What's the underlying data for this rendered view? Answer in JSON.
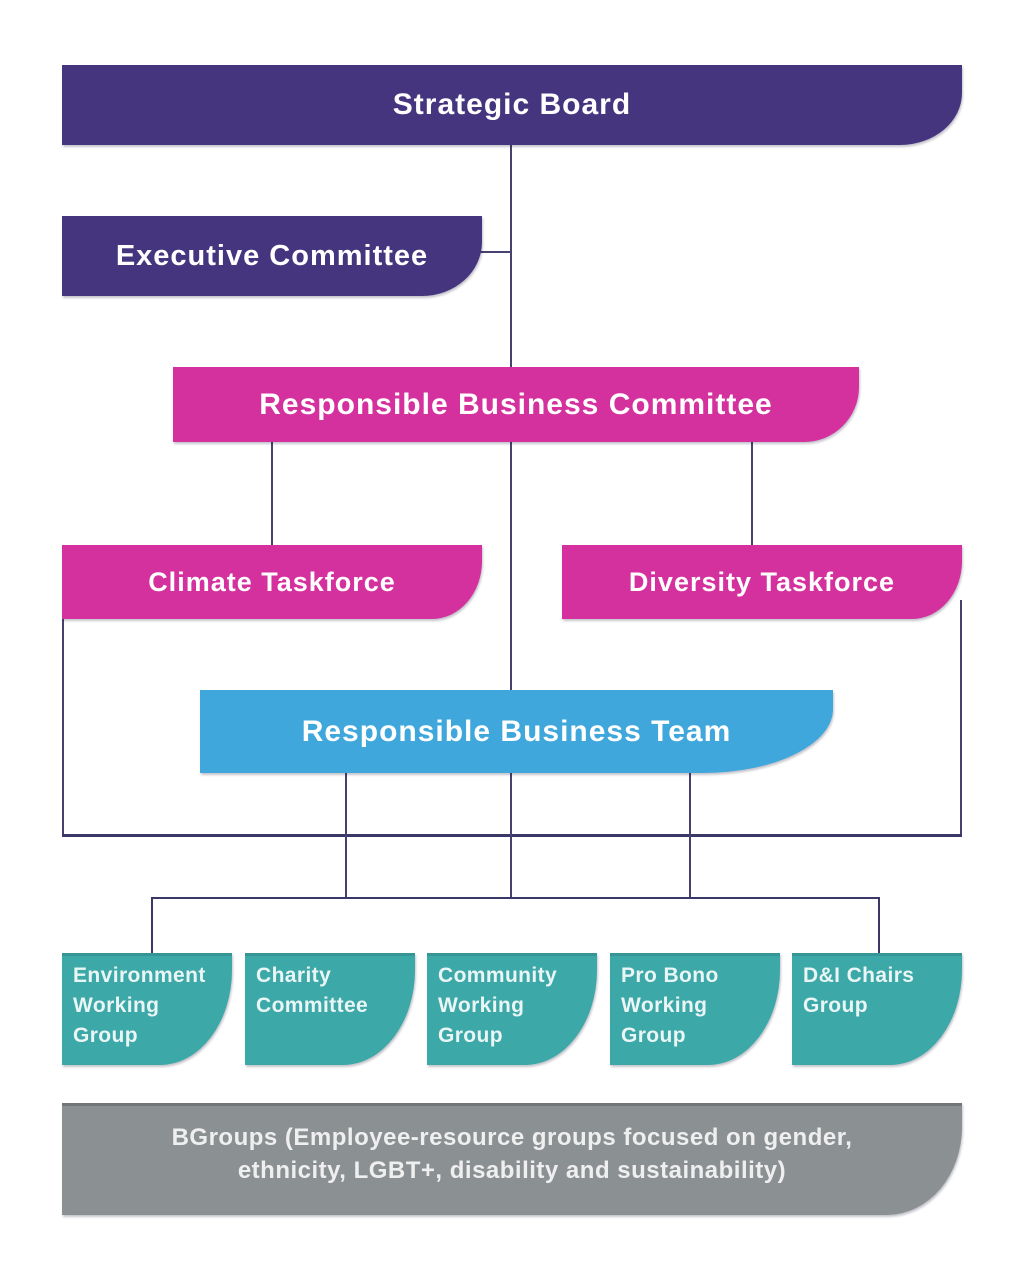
{
  "palette": {
    "purple": "#45357f",
    "magenta": "#d4319e",
    "blue": "#3fa7db",
    "teal": "#3da8a8",
    "gray": "#8b9093",
    "line": "#46426f",
    "line_dark": "#3b3767",
    "text_light": "#ffffff"
  },
  "org_chart": {
    "strategic_board": {
      "label": "Strategic Board"
    },
    "executive_committee": {
      "label": "Executive Committee"
    },
    "responsible_business_committee": {
      "label": "Responsible Business Committee"
    },
    "climate_taskforce": {
      "label": "Climate Taskforce"
    },
    "diversity_taskforce": {
      "label": "Diversity Taskforce"
    },
    "responsible_business_team": {
      "label": "Responsible Business Team"
    },
    "working_groups": [
      {
        "label": "Environment\nWorking\nGroup"
      },
      {
        "label": "Charity\nCommittee"
      },
      {
        "label": "Community\nWorking\nGroup"
      },
      {
        "label": "Pro Bono\nWorking\nGroup"
      },
      {
        "label": "D&I Chairs\nGroup"
      }
    ],
    "bgroups": {
      "label": "BGroups (Employee-resource groups focused on gender,\nethnicity, LGBT+, disability and sustainability)"
    }
  }
}
